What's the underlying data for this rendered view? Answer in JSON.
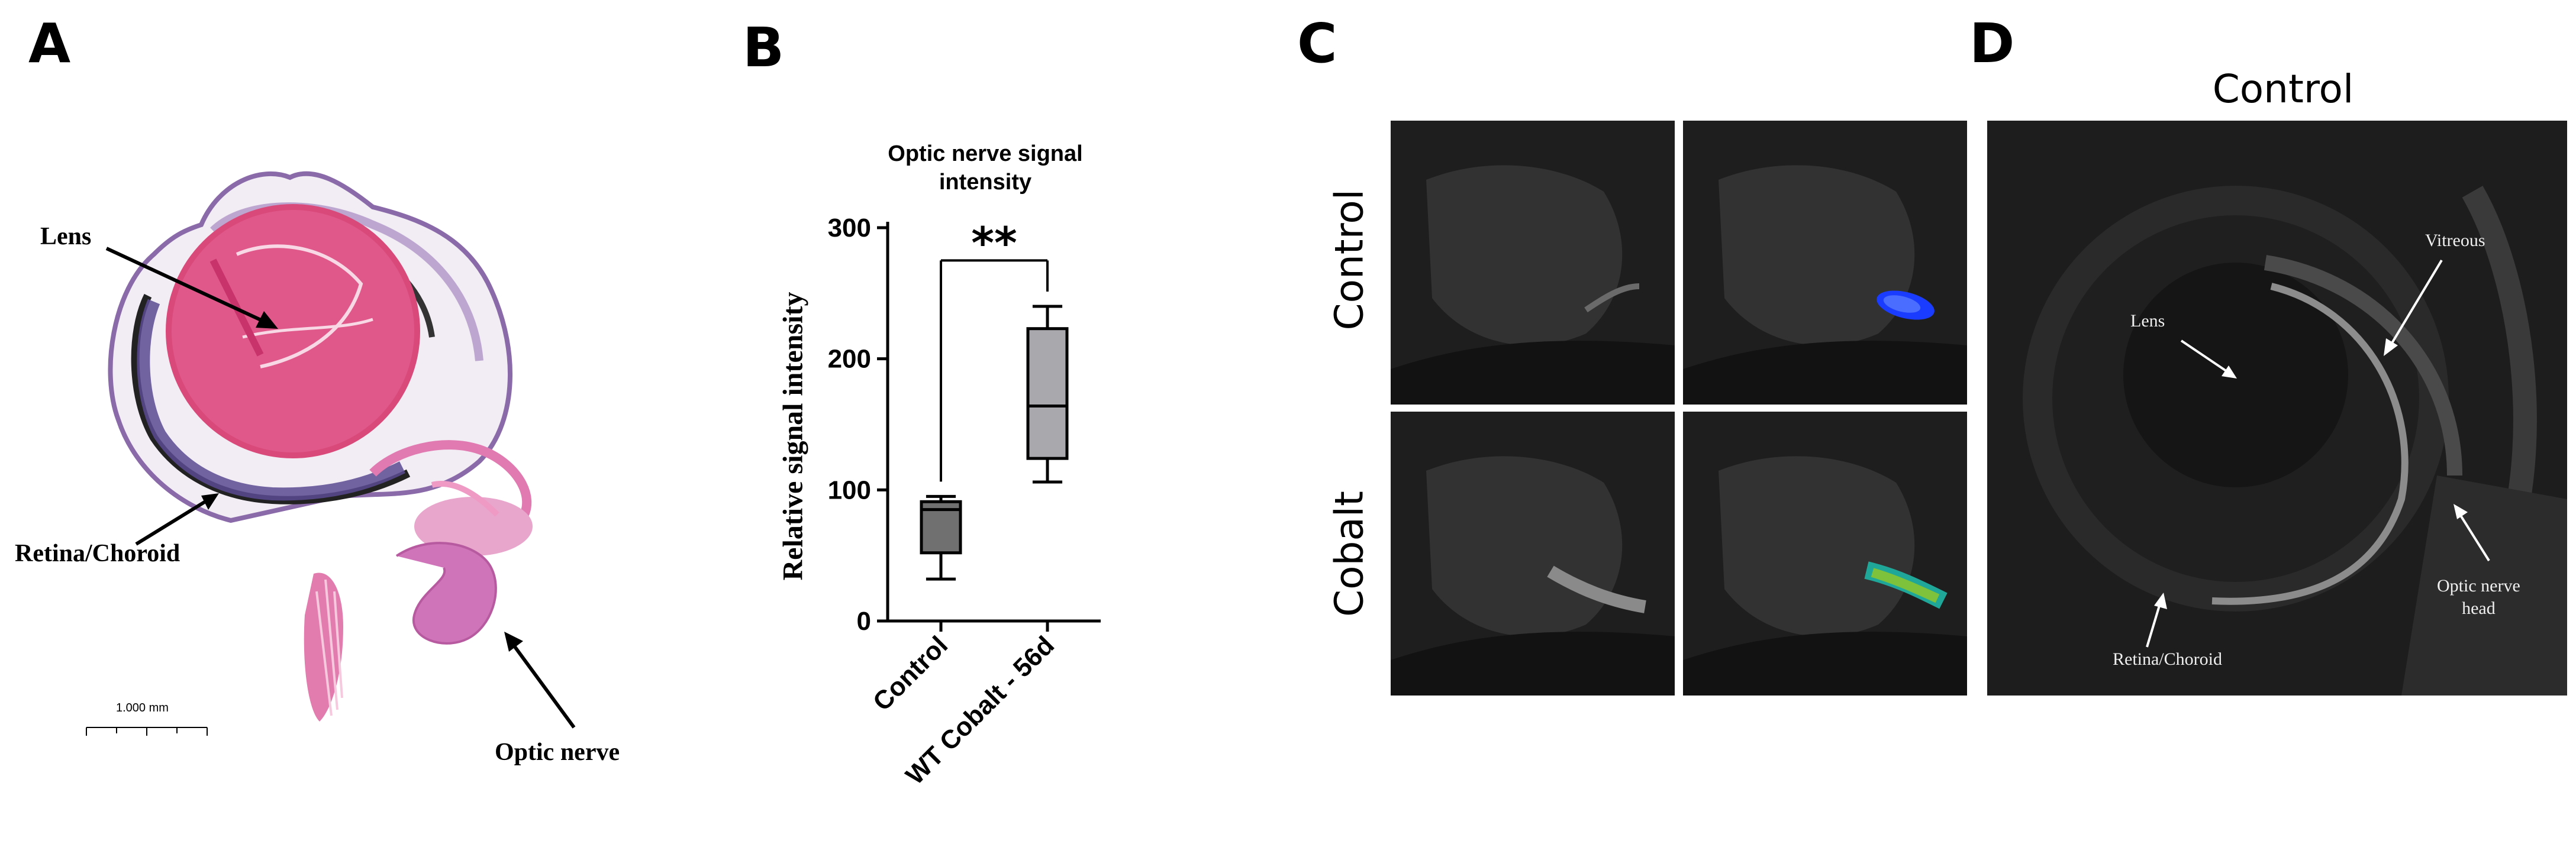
{
  "panels": {
    "a": {
      "letter": "A",
      "labels": {
        "lens": "Lens",
        "retina": "Retina/Choroid",
        "optic_nerve": "Optic nerve"
      },
      "scale_bar": "1.000 mm"
    },
    "b": {
      "letter": "B"
    },
    "c": {
      "letter": "C",
      "rows": {
        "control": "Control",
        "cobalt": "Cobalt"
      }
    },
    "d": {
      "letter": "D",
      "title": "Control",
      "labels": {
        "lens": "Lens",
        "vitreous": "Vitreous",
        "optic_nerve_head_line1": "Optic nerve",
        "optic_nerve_head_line2": "head",
        "retina": "Retina/Choroid"
      }
    }
  },
  "chart_data": {
    "type": "box",
    "title_line1": "Optic nerve signal",
    "title_line2": "intensity",
    "ylabel": "Relative signal intensity",
    "ylim": [
      0,
      300
    ],
    "yticks": [
      "0",
      "100",
      "200",
      "300"
    ],
    "categories": [
      "Control",
      "WT Cobalt - 56d"
    ],
    "boxes": [
      {
        "category": "Control",
        "min": 32,
        "q1": 52,
        "median": 85,
        "q3": 91,
        "max": 95,
        "fill": "#707070"
      },
      {
        "category": "WT Cobalt - 56d",
        "min": 106,
        "q1": 124,
        "median": 164,
        "q3": 223,
        "max": 240,
        "fill": "#a9a9ad"
      }
    ],
    "significance": "**"
  }
}
